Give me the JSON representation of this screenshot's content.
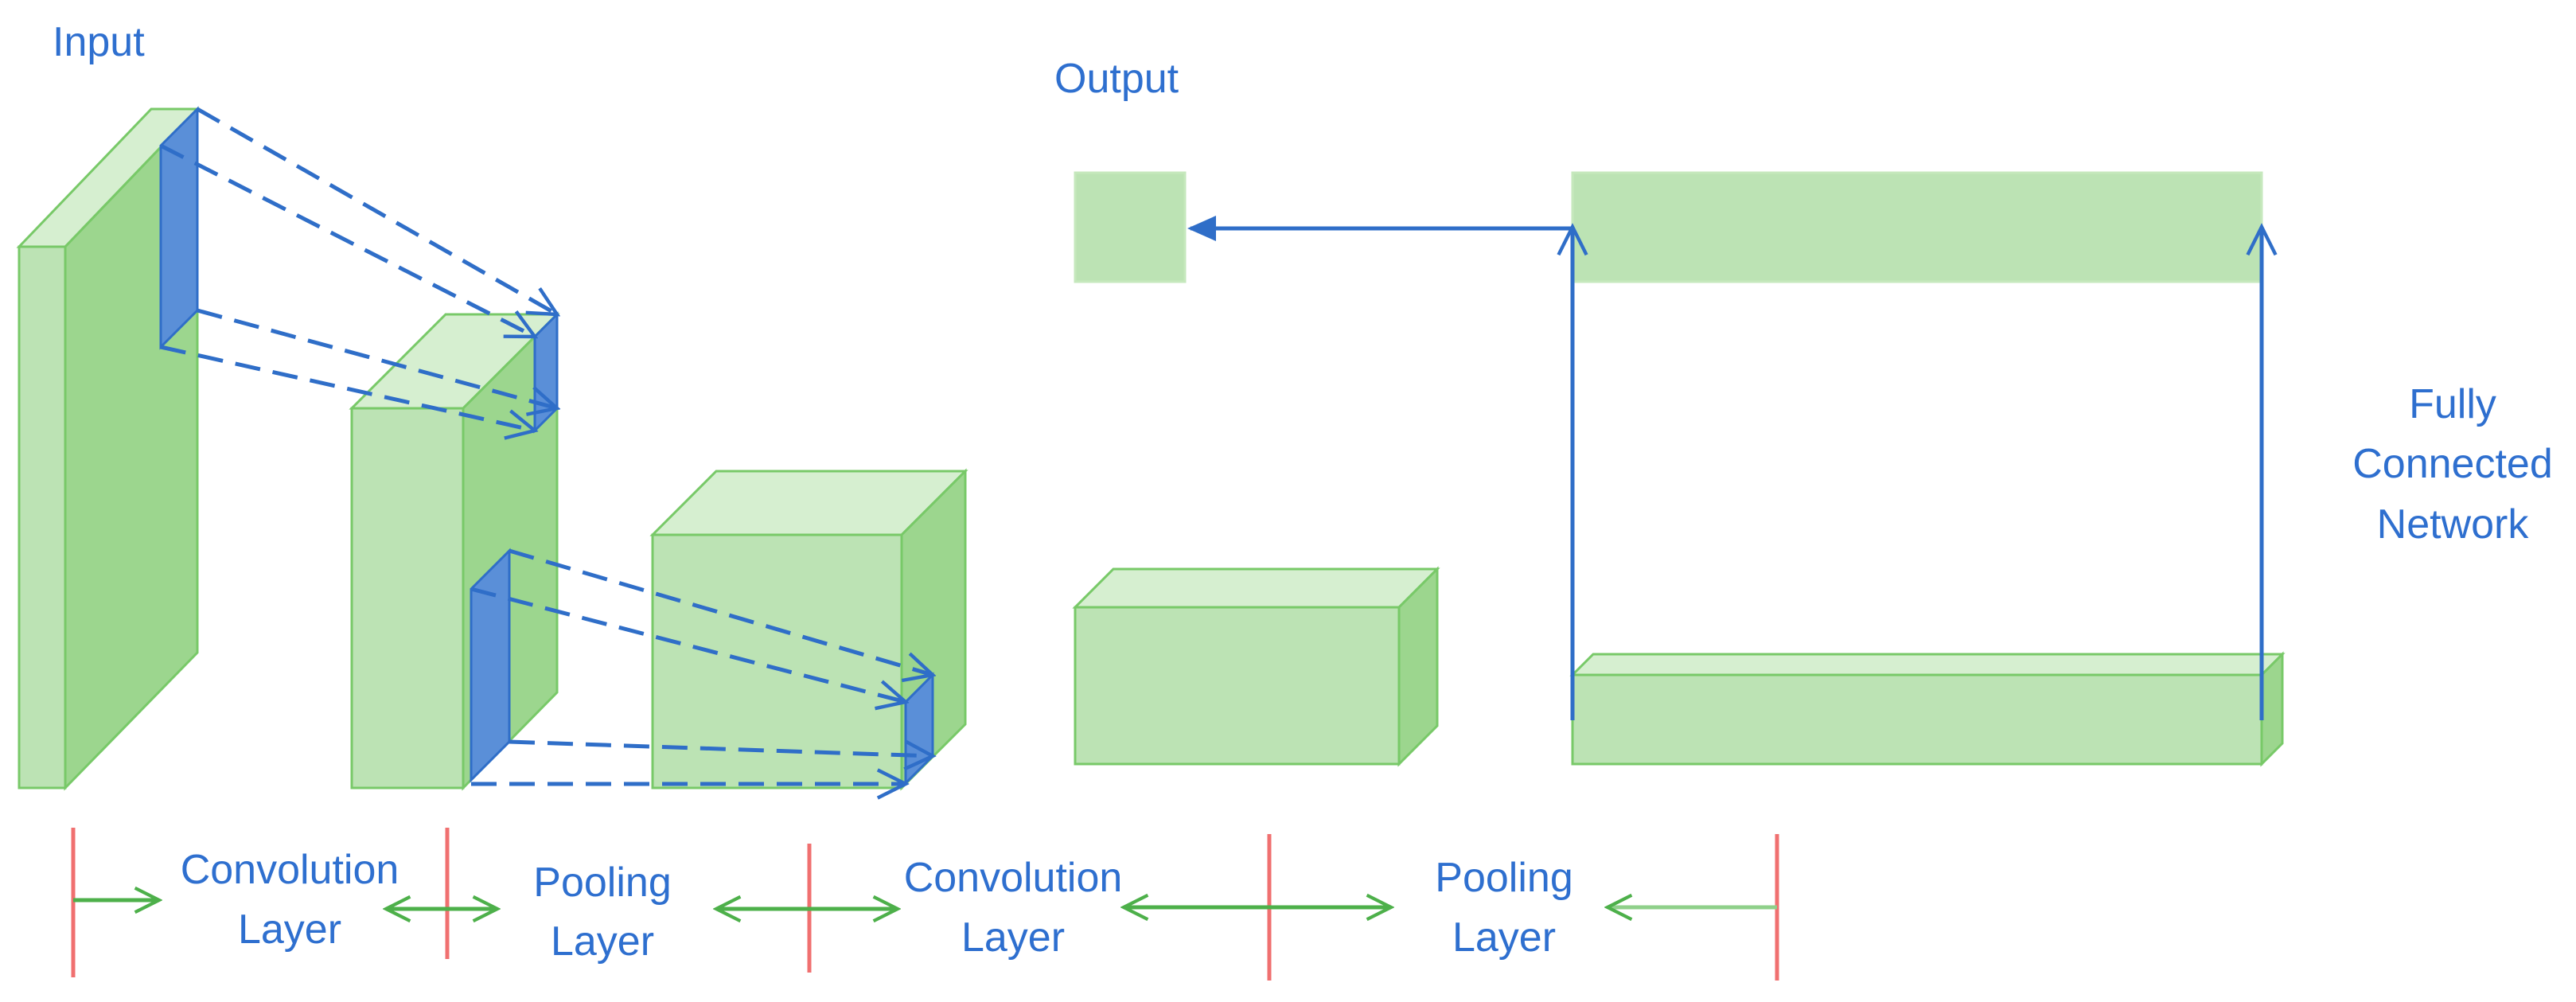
{
  "labels": {
    "input": "Input",
    "output": "Output",
    "fc_line1": "Fully",
    "fc_line2": "Connected",
    "fc_line3": "Network"
  },
  "stages": [
    {
      "line1": "Convolution",
      "line2": "Layer"
    },
    {
      "line1": "Pooling",
      "line2": "Layer"
    },
    {
      "line1": "Convolution",
      "line2": "Layer"
    },
    {
      "line1": "Pooling",
      "line2": "Layer"
    }
  ],
  "colors": {
    "box_front": "#bce3b4",
    "box_top": "#d6efd0",
    "box_side": "#9cd68e",
    "box_edge": "#78c968",
    "kernel": "#5a8fd8",
    "kernel_edge": "#2f6ec8",
    "text": "#2e6fcf",
    "arrow_blue": "#2f6ec8",
    "arrow_green": "#4db04a",
    "divider_red": "#f07070"
  }
}
